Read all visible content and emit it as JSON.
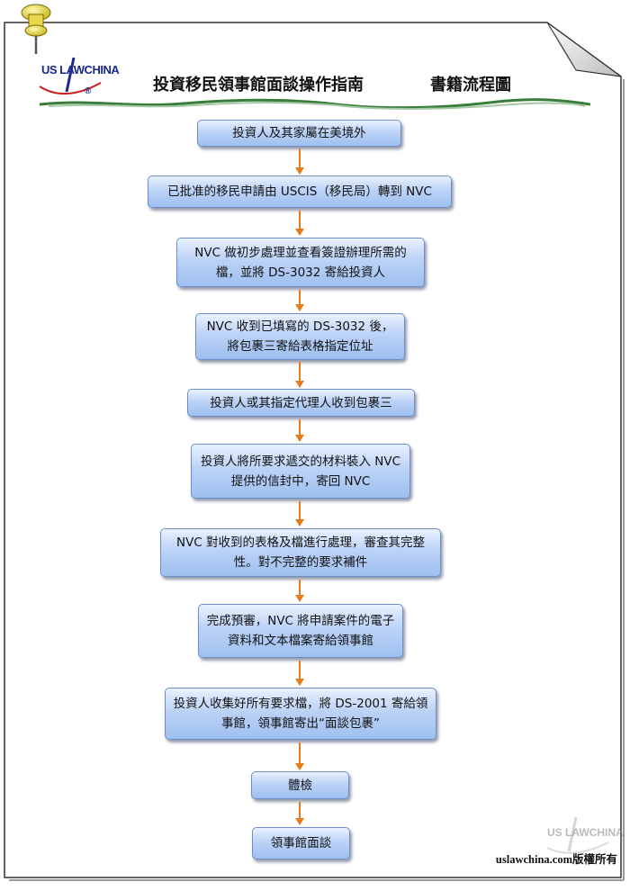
{
  "header": {
    "title": "投資移民領事館面談操作指南",
    "subtitle": "書籍流程圖",
    "logo_text": "US LAWCHINA",
    "logo_mark": "®"
  },
  "flow": {
    "steps": [
      "投資人及其家屬在美境外",
      "已批准的移民申請由 USCIS（移民局）轉到 NVC",
      "NVC 做初步處理並查看簽證辦理所需的檔，並將 DS-3032 寄給投資人",
      "NVC 收到已填寫的 DS-3032 後，將包裹三寄給表格指定位址",
      "投資人或其指定代理人收到包裹三",
      "投資人將所要求遞交的材料裝入 NVC 提供的信封中，寄回 NVC",
      "NVC 對收到的表格及檔進行處理，審查其完整性。對不完整的要求補件",
      "完成預審，NVC 將申請案件的電子資料和文本檔案寄給領事館",
      "投資人收集好所有要求檔，將 DS-2001 寄給領事館，領事館寄出“面談包裹”",
      "體檢",
      "領事館面談"
    ]
  },
  "footer": {
    "watermark": "US LAWCHINA",
    "copyright": "uslawchina.com版權所有"
  },
  "colors": {
    "box_top": "#e9f1ff",
    "box_bottom": "#9ec0f0",
    "box_border": "#6d8fc8",
    "arrow": "#e87a1e",
    "logo": "#1b2a8a"
  }
}
